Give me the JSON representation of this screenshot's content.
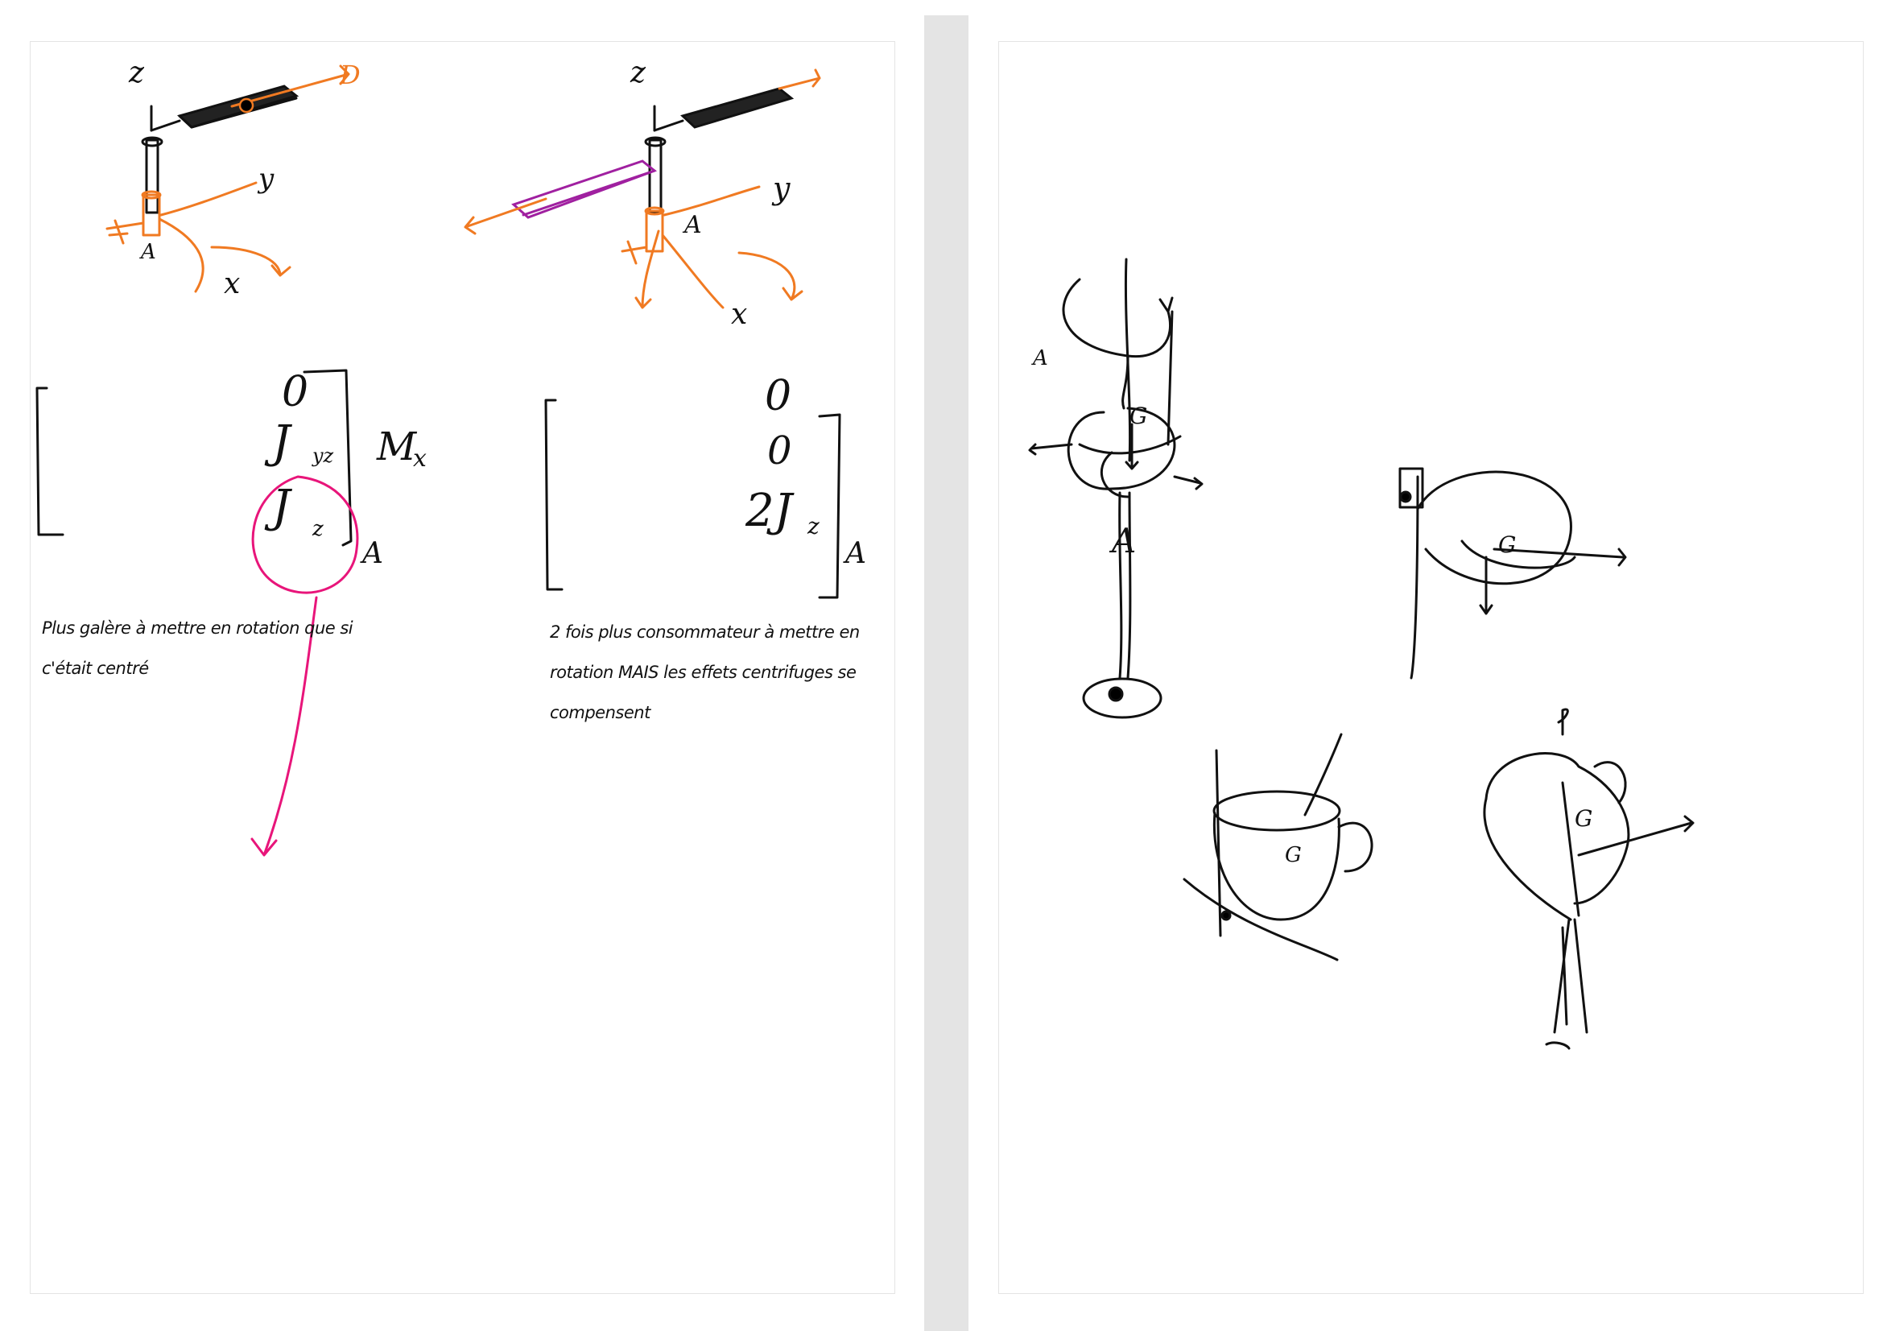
{
  "document": {
    "pages": [
      {
        "id": "left",
        "notes": [
          "Plus galère à mettre en rotation que si c'était centré",
          "2 fois plus consommateur à mettre en rotation MAIS les effets centrifuges se compensent"
        ],
        "sketch1": {
          "axis_z": "z",
          "axis_y": "y",
          "axis_x": "x",
          "point": "A",
          "end_label": "D"
        },
        "sketch2": {
          "axis_z": "z",
          "axis_y": "y",
          "axis_x": "x",
          "point": "A"
        },
        "matrix1": {
          "entries": [
            "0",
            "J",
            "J"
          ],
          "subscripts": [
            "",
            "yz",
            "z"
          ],
          "side_label": "M",
          "side_sub": "x",
          "point": "A"
        },
        "matrix2": {
          "entries": [
            "0",
            "0",
            "2J"
          ],
          "subscripts": [
            "",
            "",
            "z"
          ],
          "point": "A"
        }
      },
      {
        "id": "right",
        "sketches": {
          "top_left": {
            "labels": [
              "A",
              "G",
              "A"
            ]
          },
          "top_right": {
            "labels": [
              "G"
            ]
          },
          "bottom_left": {
            "labels": [
              "G"
            ]
          },
          "bottom_right": {
            "labels": [
              "G"
            ]
          }
        }
      }
    ]
  },
  "colors": {
    "ink": "#111111",
    "orange": "#f07a22",
    "purple": "#a020a0",
    "pink": "#e8157a",
    "gutter": "#e4e4e4",
    "page_border": "#e4e4e4"
  }
}
